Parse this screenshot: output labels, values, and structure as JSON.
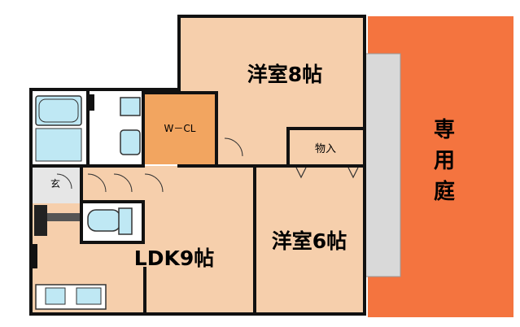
{
  "rooms": {
    "western_8": "洋室8帖",
    "western_6": "洋室6帖",
    "ldk": "LDK9帖",
    "walk_in_closet": "W－CL",
    "storage": "物入",
    "entrance": "玄"
  },
  "garden": {
    "chars": [
      "専",
      "用",
      "庭"
    ]
  },
  "colors": {
    "room_fill": "#f6cfac",
    "wic_fill": "#f2a560",
    "garden_fill": "#f4743f",
    "wet_fill": "#ffffff",
    "fixture_fill": "#bfe8f4",
    "wall": "#111111",
    "balcony_fill": "#d9d9d9"
  }
}
